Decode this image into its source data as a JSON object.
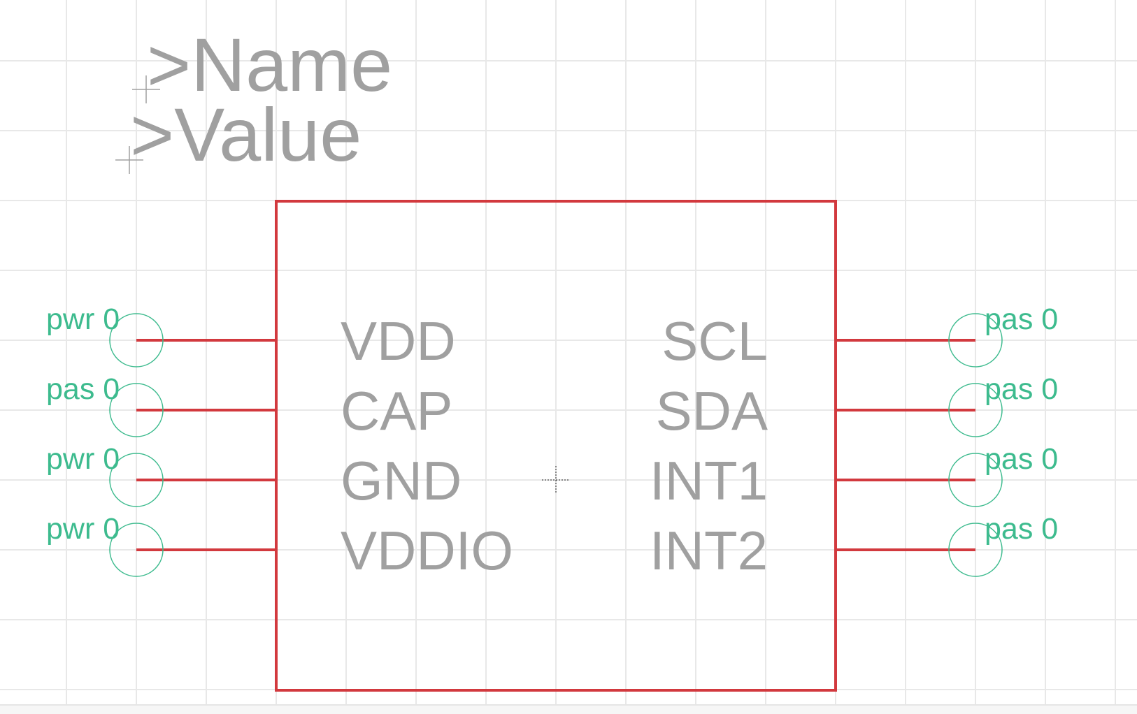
{
  "symbol": {
    "name_placeholder": ">Name",
    "value_placeholder": ">Value"
  },
  "pins_left": [
    {
      "name": "VDD",
      "label": "pwr 0"
    },
    {
      "name": "CAP",
      "label": "pas 0"
    },
    {
      "name": "GND",
      "label": "pwr 0"
    },
    {
      "name": "VDDIO",
      "label": "pwr 0"
    }
  ],
  "pins_right": [
    {
      "name": "SCL",
      "label": "pas 0"
    },
    {
      "name": "SDA",
      "label": "pas 0"
    },
    {
      "name": "INT1",
      "label": "pas 0"
    },
    {
      "name": "INT2",
      "label": "pas 0"
    }
  ],
  "colors": {
    "grid": "#e8e8e8",
    "outline": "#d2393e",
    "pin_marker": "#3dbb8e",
    "text": "#a0a0a0"
  }
}
